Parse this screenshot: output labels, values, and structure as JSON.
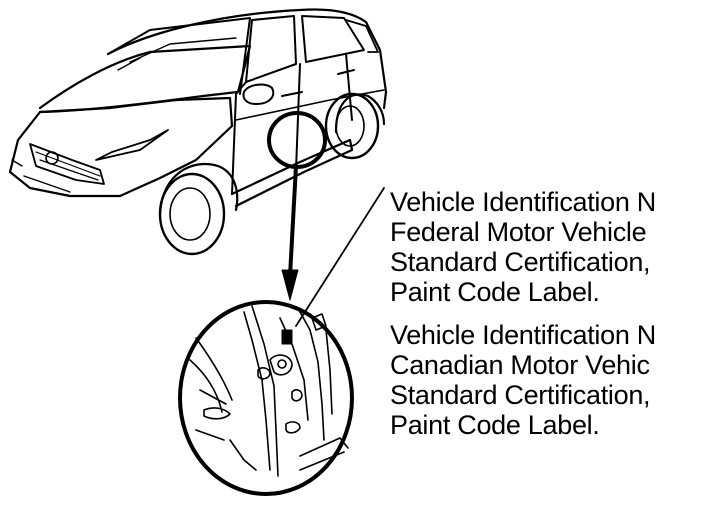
{
  "labels": {
    "federal": {
      "line1": "Vehicle Identification N",
      "line2": "Federal Motor Vehicle",
      "line3": "Standard Certification,",
      "line4": "Paint Code Label."
    },
    "canadian": {
      "line1": "Vehicle Identification N",
      "line2": "Canadian Motor Vehic",
      "line3": "Standard Certification,",
      "line4": "Paint Code Label."
    }
  },
  "colors": {
    "ink": "#000000",
    "paper": "#ffffff"
  }
}
